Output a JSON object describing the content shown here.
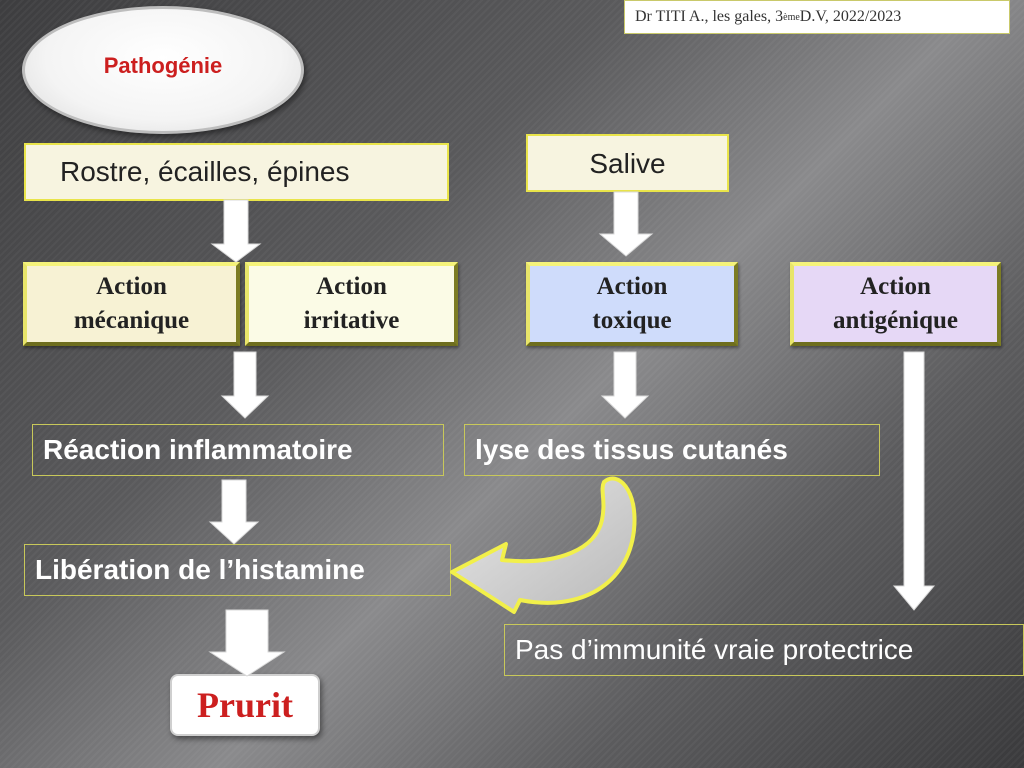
{
  "header": {
    "credit_prefix": "Dr   TITI A., les gales, 3",
    "credit_sup": "ème",
    "credit_suffix": " D.V, 2022/2023"
  },
  "title": "Pathogénie",
  "sources": {
    "mechanical": "Rostre, écailles, épines",
    "saliva": "Salive"
  },
  "actions": [
    {
      "line1": "Action",
      "line2": "mécanique",
      "color": "#f7f2d4"
    },
    {
      "line1": "Action",
      "line2": "irritative",
      "color": "#fbfbe6"
    },
    {
      "line1": "Action",
      "line2": "toxique",
      "color": "#cfdcfb"
    },
    {
      "line1": "Action",
      "line2": "antigénique",
      "color": "#e6d8f6"
    }
  ],
  "results": {
    "inflammation": "Réaction inflammatoire",
    "lysis": "lyse des tissus cutanés",
    "histamine": "Libération de l’histamine",
    "immunity": "Pas d’immunité vraie protectrice",
    "pruritus": "Prurit"
  },
  "colors": {
    "title": "#cc1f1f",
    "box_border": "#e9e44a",
    "arrow_fill": "#ffffff",
    "curved_arrow_border": "#f2f04a"
  }
}
